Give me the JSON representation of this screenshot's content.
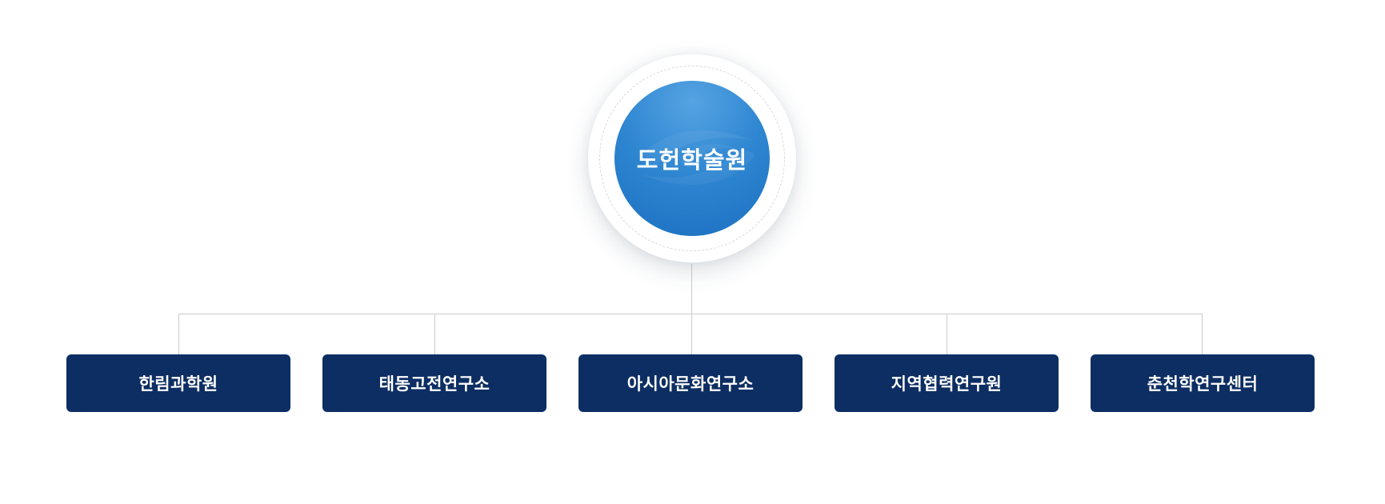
{
  "org_chart": {
    "type": "org-tree",
    "root": {
      "label": "도헌학술원"
    },
    "children": [
      {
        "label": "한림과학원"
      },
      {
        "label": "태동고전연구소"
      },
      {
        "label": "아시아문화연구소"
      },
      {
        "label": "지역협력연구원"
      },
      {
        "label": "춘천학연구센터"
      }
    ],
    "colors": {
      "root_circle_gradient_top": "#55a3e2",
      "root_circle_gradient_bottom": "#1b70c0",
      "child_box_navy": "#0d2e63",
      "connector_gray": "#cccccc",
      "dashed_ring_gray": "#d8d8d8",
      "label_text": "#ffffff",
      "background": "#ffffff"
    }
  }
}
